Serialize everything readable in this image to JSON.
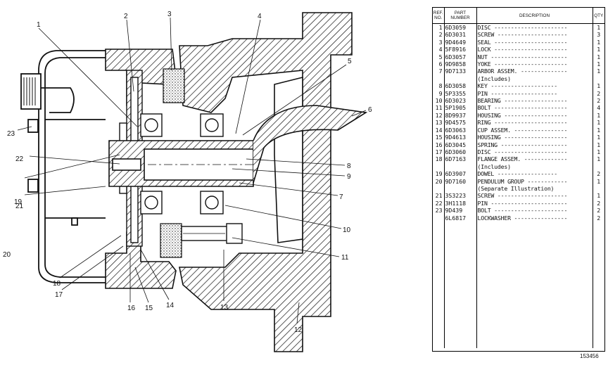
{
  "callouts": [
    "1",
    "2",
    "3",
    "4",
    "5",
    "6",
    "7",
    "8",
    "9",
    "10",
    "11",
    "12",
    "13",
    "14",
    "15",
    "16",
    "17",
    "18",
    "19",
    "20",
    "21",
    "22",
    "23"
  ],
  "table": {
    "headers": {
      "ref": "REF. NO.",
      "part": "PART NUMBER",
      "desc": "DESCRIPTION",
      "qty": "QTY"
    },
    "rows": [
      {
        "ref": "1",
        "part": "6D3059",
        "desc": "DISC",
        "qty": "1"
      },
      {
        "ref": "2",
        "part": "6D3031",
        "desc": "SCREW",
        "qty": "3"
      },
      {
        "ref": "3",
        "part": "9D4649",
        "desc": "SEAL",
        "qty": "1"
      },
      {
        "ref": "4",
        "part": "5F8916",
        "desc": "LOCK",
        "qty": "1"
      },
      {
        "ref": "5",
        "part": "6D3057",
        "desc": "NUT",
        "qty": "1"
      },
      {
        "ref": "6",
        "part": "9D9858",
        "desc": "YOKE",
        "qty": "1"
      },
      {
        "ref": "7",
        "part": "9D7133",
        "desc": "ARBOR ASSEM.",
        "qty": "1"
      },
      {
        "ref": "",
        "part": "",
        "desc": "  (Includes)",
        "qty": ""
      },
      {
        "ref": "8",
        "part": "6D3058",
        "desc": "   KEY",
        "qty": "1"
      },
      {
        "ref": "9",
        "part": "5P3355",
        "desc": "   PIN",
        "qty": "2"
      },
      {
        "ref": "10",
        "part": "6D3023",
        "desc": "BEARING",
        "qty": "2"
      },
      {
        "ref": "11",
        "part": "5P1905",
        "desc": "BOLT",
        "qty": "4"
      },
      {
        "ref": "12",
        "part": "8D9937",
        "desc": "HOUSING",
        "qty": "1"
      },
      {
        "ref": "13",
        "part": "9D4575",
        "desc": "RING",
        "qty": "1"
      },
      {
        "ref": "14",
        "part": "6D3063",
        "desc": "CUP ASSEM.",
        "qty": "1"
      },
      {
        "ref": "15",
        "part": "9D4613",
        "desc": "HOUSING",
        "qty": "1"
      },
      {
        "ref": "16",
        "part": "6D3045",
        "desc": "SPRING",
        "qty": "1"
      },
      {
        "ref": "17",
        "part": "6D3060",
        "desc": "DISC",
        "qty": "1"
      },
      {
        "ref": "18",
        "part": "6D7163",
        "desc": "FLANGE ASSEM.",
        "qty": "1"
      },
      {
        "ref": "",
        "part": "",
        "desc": "  (Includes)",
        "qty": ""
      },
      {
        "ref": "19",
        "part": "6D3907",
        "desc": "   DOWEL",
        "qty": "2"
      },
      {
        "ref": "20",
        "part": "9D7160",
        "desc": "PENDULUM GROUP",
        "qty": "1"
      },
      {
        "ref": "",
        "part": "",
        "desc": "  (Separate Illustration)",
        "qty": ""
      },
      {
        "ref": "21",
        "part": "3S3223",
        "desc": "SCREW",
        "qty": "1"
      },
      {
        "ref": "22",
        "part": "3H1118",
        "desc": "PIN",
        "qty": "2"
      },
      {
        "ref": "23",
        "part": "9D439",
        "desc": "BOLT",
        "qty": "2"
      },
      {
        "ref": "",
        "part": "6L6817",
        "desc": "LOCKWASHER",
        "qty": "2"
      }
    ]
  },
  "figure_number": "153456"
}
